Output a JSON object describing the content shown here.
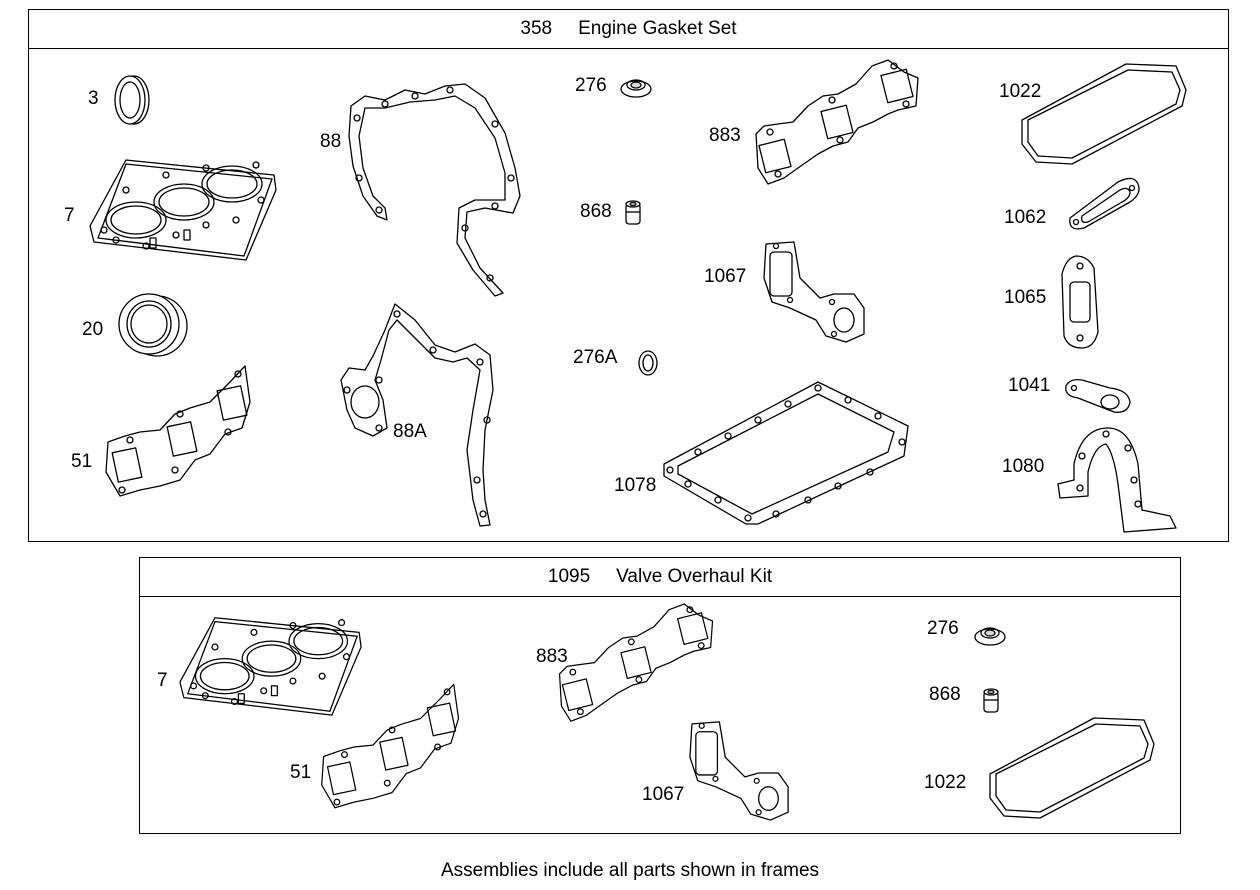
{
  "frame1": {
    "number": "358",
    "title": "Engine Gasket Set",
    "parts": [
      {
        "label": "3",
        "icon": "oil-seal-small-icon"
      },
      {
        "label": "7",
        "icon": "cylinder-head-gasket-icon"
      },
      {
        "label": "20",
        "icon": "oil-seal-large-icon"
      },
      {
        "label": "51",
        "icon": "exhaust-manifold-gasket-icon"
      },
      {
        "label": "88",
        "icon": "gear-case-gasket-icon"
      },
      {
        "label": "88A",
        "icon": "gear-case-gasket-icon"
      },
      {
        "label": "276",
        "icon": "valve-stem-seal-icon"
      },
      {
        "label": "868",
        "icon": "valve-stem-seal-icon"
      },
      {
        "label": "276A",
        "icon": "o-ring-icon"
      },
      {
        "label": "883",
        "icon": "intake-manifold-gasket-icon"
      },
      {
        "label": "1067",
        "icon": "water-flange-gasket-icon"
      },
      {
        "label": "1078",
        "icon": "oil-pan-gasket-icon"
      },
      {
        "label": "1022",
        "icon": "rocker-cover-gasket-icon"
      },
      {
        "label": "1062",
        "icon": "oval-gasket-icon"
      },
      {
        "label": "1065",
        "icon": "thermostat-gasket-icon"
      },
      {
        "label": "1041",
        "icon": "small-flange-gasket-icon"
      },
      {
        "label": "1080",
        "icon": "rear-seal-housing-gasket-icon"
      }
    ]
  },
  "frame2": {
    "number": "1095",
    "title": "Valve Overhaul Kit",
    "parts": [
      {
        "label": "7",
        "icon": "cylinder-head-gasket-icon"
      },
      {
        "label": "51",
        "icon": "exhaust-manifold-gasket-icon"
      },
      {
        "label": "883",
        "icon": "intake-manifold-gasket-icon"
      },
      {
        "label": "1067",
        "icon": "water-flange-gasket-icon"
      },
      {
        "label": "276",
        "icon": "valve-stem-seal-icon"
      },
      {
        "label": "868",
        "icon": "valve-stem-seal-icon"
      },
      {
        "label": "1022",
        "icon": "rocker-cover-gasket-icon"
      }
    ]
  },
  "footer": "Assemblies include all parts shown in frames"
}
